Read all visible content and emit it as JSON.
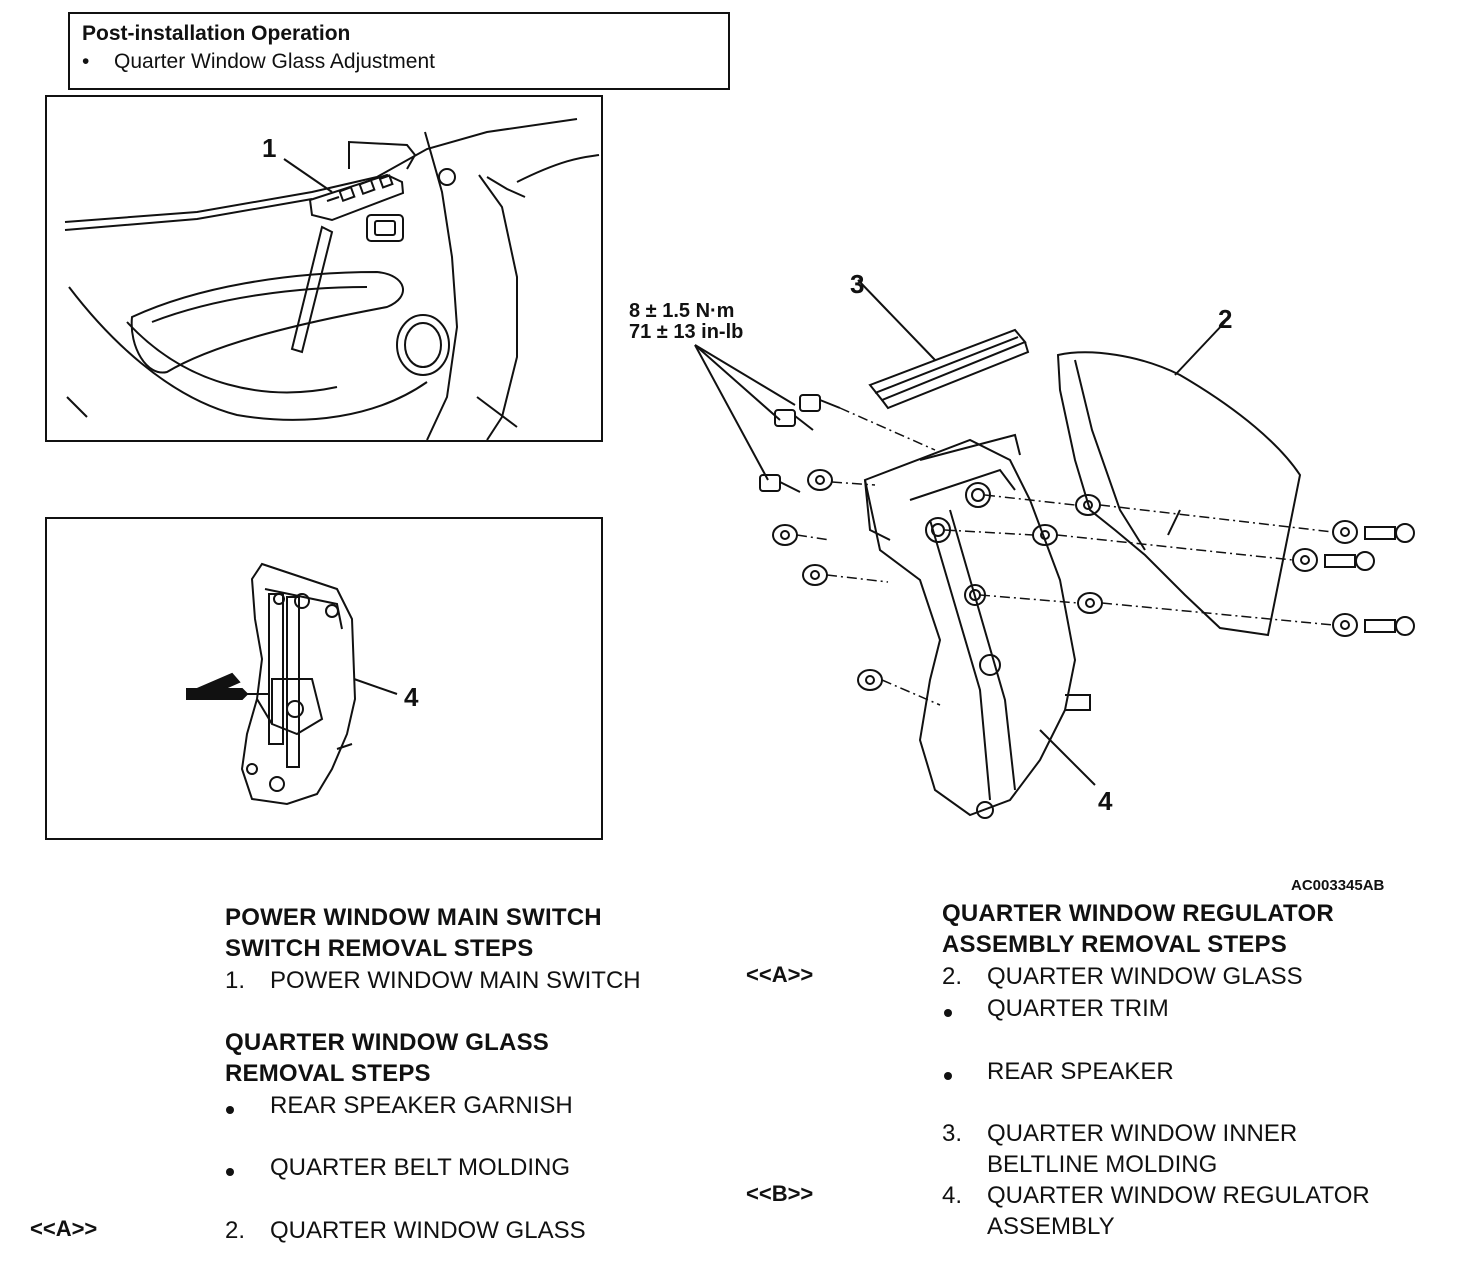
{
  "post_installation": {
    "title": "Post-installation Operation",
    "bullet": "•",
    "item": "Quarter Window Glass Adjustment"
  },
  "callouts": {
    "c1": "1",
    "c2": "2",
    "c3": "3",
    "c4a": "4",
    "c4b": "4"
  },
  "torque": {
    "metric": "8 ± 1.5 N·m",
    "imperial": "71 ± 13 in-lb"
  },
  "diagram_code": "AC003345AB",
  "left_column": {
    "switch_heading_1": "POWER WINDOW MAIN SWITCH",
    "switch_heading_2": "SWITCH REMOVAL STEPS",
    "switch_step_num": "1.",
    "switch_step": "POWER WINDOW MAIN SWITCH",
    "glass_heading_1": "QUARTER WINDOW GLASS",
    "glass_heading_2": "REMOVAL STEPS",
    "glass_step_a": "REAR SPEAKER GARNISH",
    "glass_step_b": "QUARTER BELT MOLDING",
    "glass_step_c_marker": "<<A>>",
    "glass_step_c_num": "2.",
    "glass_step_c": "QUARTER WINDOW GLASS"
  },
  "right_column": {
    "heading_1": "QUARTER WINDOW REGULATOR",
    "heading_2": "ASSEMBLY REMOVAL STEPS",
    "step1_marker": "<<A>>",
    "step1_num": "2.",
    "step1": "QUARTER WINDOW GLASS",
    "step2": "QUARTER TRIM",
    "step3": "REAR SPEAKER",
    "step4_num": "3.",
    "step4_line1": "QUARTER WINDOW INNER",
    "step4_line2": "BELTLINE MOLDING",
    "step5_marker": "<<B>>",
    "step5_num": "4.",
    "step5_line1": "QUARTER WINDOW REGULATOR",
    "step5_line2": "ASSEMBLY"
  }
}
